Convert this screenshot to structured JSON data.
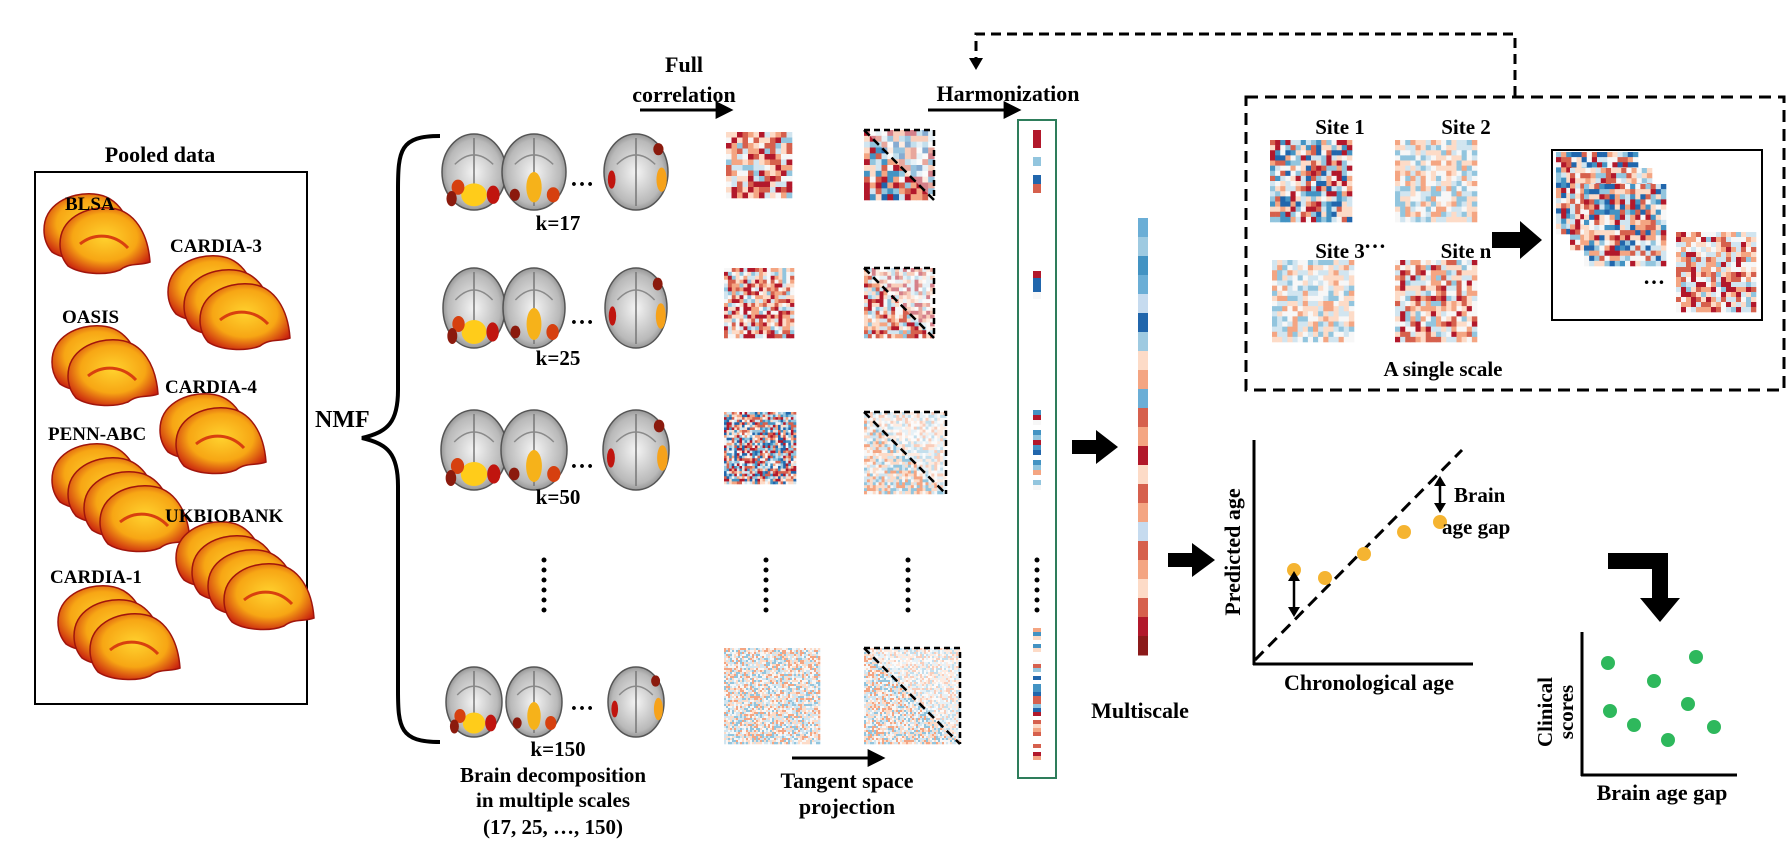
{
  "pooled": {
    "title": "Pooled data",
    "datasets": [
      "BLSA",
      "CARDIA-3",
      "OASIS",
      "CARDIA-4",
      "PENN-ABC",
      "UKBIOBANK",
      "CARDIA-1"
    ]
  },
  "nmf_label": "NMF",
  "decomposition": {
    "scales": [
      "k=17",
      "k=25",
      "k=50",
      "k=150"
    ],
    "ellipsis": "…",
    "caption_lines": [
      "Brain decomposition",
      "in multiple scales",
      "(17, 25, …, 150)"
    ]
  },
  "steps": {
    "full_correlation_lines": [
      "Full",
      "correlation"
    ],
    "harmonization": "Harmonization",
    "tangent_lines": [
      "Tangent space",
      "projection"
    ],
    "multiscale": "Multiscale"
  },
  "single_scale": {
    "sites": [
      "Site 1",
      "Site 2",
      "Site 3",
      "Site n"
    ],
    "ellipsis": "…",
    "caption": "A single scale"
  },
  "brain_age_plot": {
    "ylabel": "Predicted age",
    "xlabel": "Chronological age",
    "gap_label_lines": [
      "Brain",
      "age gap"
    ]
  },
  "clinical_plot": {
    "ylabel_lines": [
      "Clinical",
      "scores"
    ],
    "xlabel": "Brain age gap"
  },
  "colors": {
    "brain_hot": "#f5a623",
    "brain_red": "#c0150f",
    "dot_orange": "#f5b431",
    "dot_green": "#2eb85c",
    "frame_green": "#2e7d5b",
    "matrix_red": "#c43c39",
    "matrix_blue": "#3b7fb8"
  }
}
